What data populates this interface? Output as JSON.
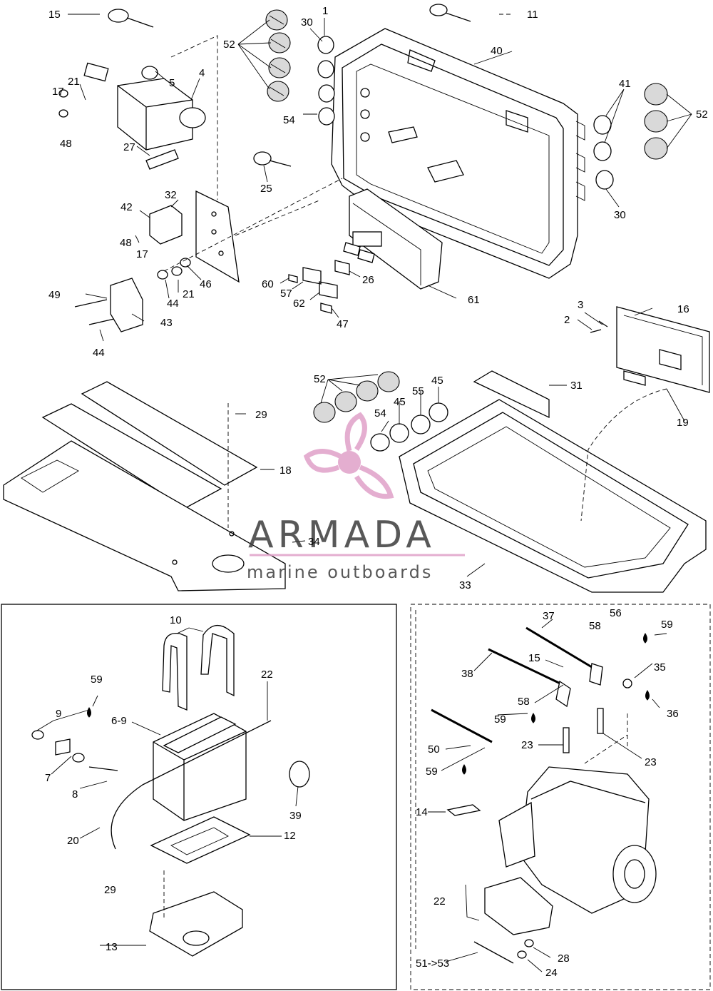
{
  "watermark": {
    "brand": "ARMADA",
    "tagline": "marine outboards",
    "accent_color": "#e0a0c8",
    "icon": "propeller-logo-icon"
  },
  "callouts": [
    {
      "id": "c1",
      "label": "15"
    },
    {
      "id": "c2",
      "label": "1"
    },
    {
      "id": "c3",
      "label": "30"
    },
    {
      "id": "c4",
      "label": "11"
    },
    {
      "id": "c5",
      "label": "52"
    },
    {
      "id": "c6",
      "label": "40"
    },
    {
      "id": "c7",
      "label": "21"
    },
    {
      "id": "c8",
      "label": "5"
    },
    {
      "id": "c9",
      "label": "4"
    },
    {
      "id": "c10",
      "label": "17"
    },
    {
      "id": "c11",
      "label": "41"
    },
    {
      "id": "c12",
      "label": "52"
    },
    {
      "id": "c13",
      "label": "54"
    },
    {
      "id": "c14",
      "label": "48"
    },
    {
      "id": "c15",
      "label": "27"
    },
    {
      "id": "c16",
      "label": "25"
    },
    {
      "id": "c17",
      "label": "30"
    },
    {
      "id": "c18",
      "label": "32"
    },
    {
      "id": "c19",
      "label": "42"
    },
    {
      "id": "c20",
      "label": "48"
    },
    {
      "id": "c21",
      "label": "17"
    },
    {
      "id": "c22",
      "label": "46"
    },
    {
      "id": "c23",
      "label": "60"
    },
    {
      "id": "c24",
      "label": "26"
    },
    {
      "id": "c25",
      "label": "57"
    },
    {
      "id": "c26",
      "label": "21"
    },
    {
      "id": "c27",
      "label": "49"
    },
    {
      "id": "c28",
      "label": "62"
    },
    {
      "id": "c29",
      "label": "44"
    },
    {
      "id": "c30",
      "label": "61"
    },
    {
      "id": "c31",
      "label": "3"
    },
    {
      "id": "c32",
      "label": "16"
    },
    {
      "id": "c33",
      "label": "43"
    },
    {
      "id": "c34",
      "label": "47"
    },
    {
      "id": "c35",
      "label": "2"
    },
    {
      "id": "c36",
      "label": "44"
    },
    {
      "id": "c37",
      "label": "52"
    },
    {
      "id": "c38",
      "label": "45"
    },
    {
      "id": "c39",
      "label": "55"
    },
    {
      "id": "c40",
      "label": "31"
    },
    {
      "id": "c41",
      "label": "45"
    },
    {
      "id": "c42",
      "label": "29"
    },
    {
      "id": "c43",
      "label": "54"
    },
    {
      "id": "c44",
      "label": "19"
    },
    {
      "id": "c45",
      "label": "18"
    },
    {
      "id": "c46",
      "label": "34"
    },
    {
      "id": "c47",
      "label": "33"
    },
    {
      "id": "c48",
      "label": "10"
    },
    {
      "id": "c49",
      "label": "37"
    },
    {
      "id": "c50",
      "label": "56"
    },
    {
      "id": "c51",
      "label": "58"
    },
    {
      "id": "c52",
      "label": "59"
    },
    {
      "id": "c53",
      "label": "22"
    },
    {
      "id": "c54",
      "label": "59"
    },
    {
      "id": "c55",
      "label": "15"
    },
    {
      "id": "c56",
      "label": "35"
    },
    {
      "id": "c57",
      "label": "38"
    },
    {
      "id": "c58",
      "label": "9"
    },
    {
      "id": "c59",
      "label": "6-9"
    },
    {
      "id": "c60",
      "label": "58"
    },
    {
      "id": "c61",
      "label": "36"
    },
    {
      "id": "c62",
      "label": "59"
    },
    {
      "id": "c63",
      "label": "7"
    },
    {
      "id": "c64",
      "label": "50"
    },
    {
      "id": "c65",
      "label": "23"
    },
    {
      "id": "c66",
      "label": "23"
    },
    {
      "id": "c67",
      "label": "8"
    },
    {
      "id": "c68",
      "label": "39"
    },
    {
      "id": "c69",
      "label": "59"
    },
    {
      "id": "c70",
      "label": "14"
    },
    {
      "id": "c71",
      "label": "20"
    },
    {
      "id": "c72",
      "label": "12"
    },
    {
      "id": "c73",
      "label": "29"
    },
    {
      "id": "c74",
      "label": "22"
    },
    {
      "id": "c75",
      "label": "13"
    },
    {
      "id": "c76",
      "label": "28"
    },
    {
      "id": "c77",
      "label": "51->53"
    },
    {
      "id": "c78",
      "label": "24"
    }
  ]
}
